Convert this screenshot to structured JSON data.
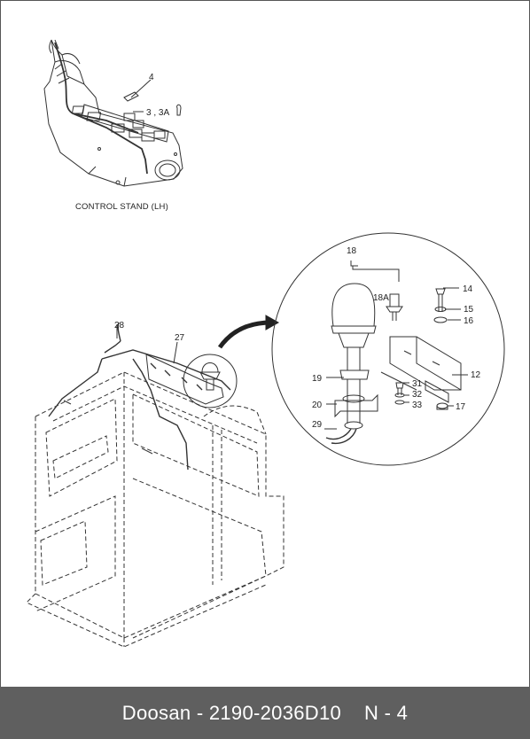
{
  "diagram": {
    "caption": "CONTROL STAND (LH)",
    "callouts": {
      "c4": "4",
      "c3": "3 , 3A",
      "c28": "28",
      "c27": "27",
      "c18": "18",
      "c18a": "18A",
      "c14": "14",
      "c15": "15",
      "c16": "16",
      "c12": "12",
      "c19": "19",
      "c31": "31",
      "c32": "32",
      "c33": "33",
      "c20": "20",
      "c17": "17",
      "c29": "29"
    }
  },
  "footer": {
    "brand": "Doosan",
    "part_number": "- 2190-2036D10",
    "page": "N - 4"
  }
}
